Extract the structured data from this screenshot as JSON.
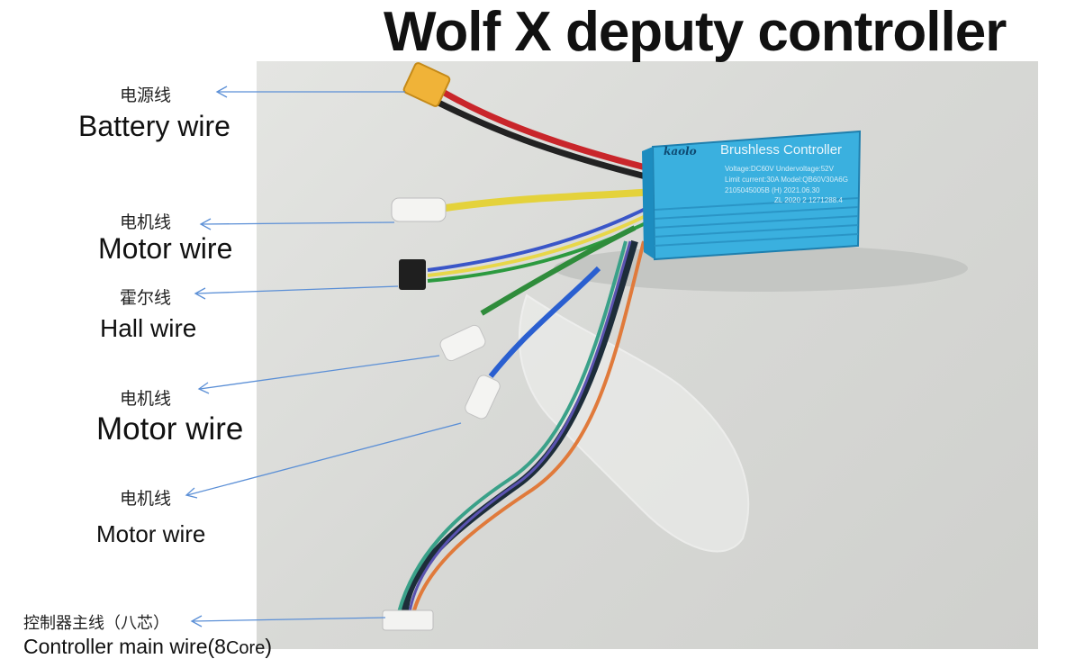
{
  "title": "Wolf X deputy controller",
  "controller_label": {
    "brand": "kaolo",
    "name": "Brushless Controller",
    "lines": [
      "Voltage:DC60V   Undervoltage:52V",
      "Limit current:30A   Model:QB60V30A6G",
      "2105045005B   (H)  2021.06.30",
      "ZL 2020 2 1271288.4"
    ]
  },
  "labels": [
    {
      "id": "battery",
      "cn": "电源线",
      "en": "Battery wire"
    },
    {
      "id": "motor1",
      "cn": "电机线",
      "en": "Motor wire"
    },
    {
      "id": "hall",
      "cn": "霍尔线",
      "en": "Hall wire"
    },
    {
      "id": "motor2",
      "cn": "电机线",
      "en": "Motor wire"
    },
    {
      "id": "motor3",
      "cn": "电机线",
      "en": "Motor wire"
    },
    {
      "id": "main",
      "cn": "控制器主线（八芯）",
      "en": "Controller main wire(8",
      "en_small": "Core",
      "en_end": ")"
    }
  ],
  "colors": {
    "arrow": "#5b8fd6",
    "controller": "#2fa3d6",
    "battery_connector": "#f0b338"
  }
}
